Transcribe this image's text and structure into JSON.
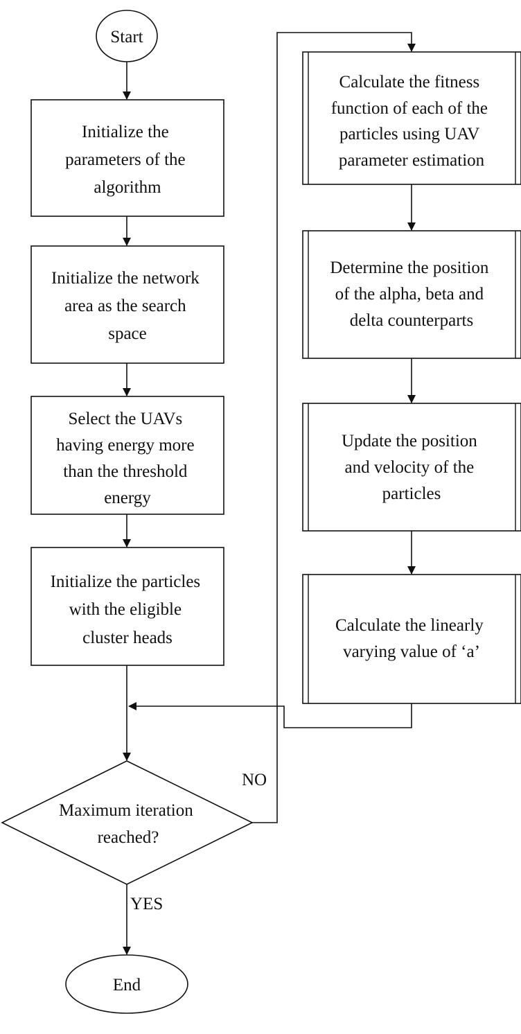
{
  "terminals": {
    "start": "Start",
    "end": "End"
  },
  "left_steps": [
    [
      "Initialize the",
      "parameters of the",
      "algorithm"
    ],
    [
      "Initialize the network",
      "area as the search",
      "space"
    ],
    [
      "Select the UAVs",
      "having energy more",
      "than the threshold",
      "energy"
    ],
    [
      "Initialize the particles",
      "with the eligible",
      "cluster heads"
    ]
  ],
  "right_steps": [
    [
      "Calculate the fitness",
      "function of each of the",
      "particles using UAV",
      "parameter estimation"
    ],
    [
      "Determine the position",
      "of the alpha, beta and",
      "delta counterparts"
    ],
    [
      "Update the position",
      "and velocity of the",
      "particles"
    ],
    [
      "Calculate the linearly",
      "varying value of ‘a’"
    ]
  ],
  "decision": {
    "lines": [
      "Maximum iteration",
      "reached?"
    ],
    "no_label": "NO",
    "yes_label": "YES"
  }
}
